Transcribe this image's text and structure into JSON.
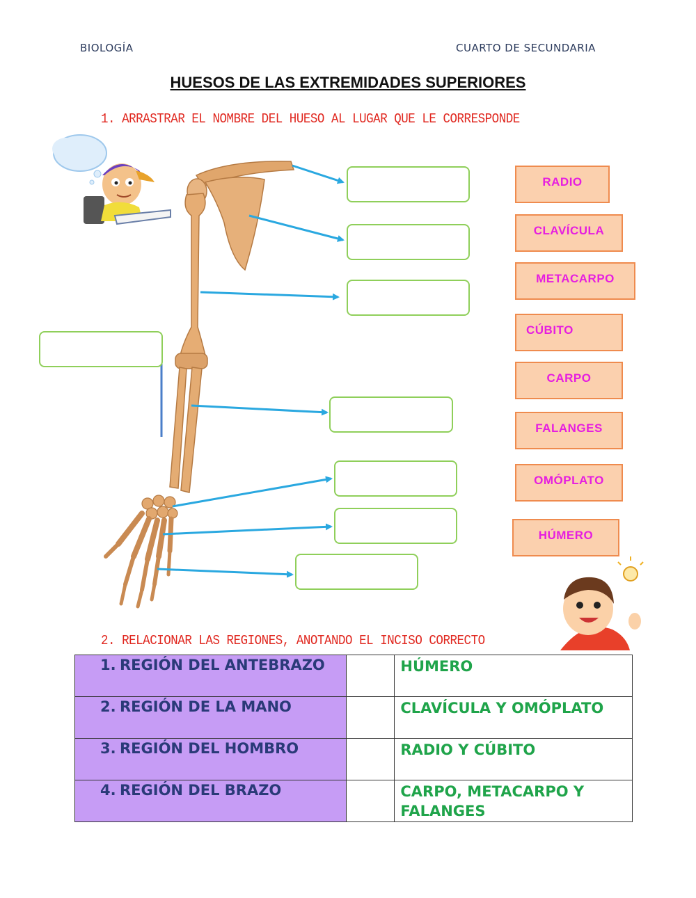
{
  "header": {
    "subject": "BIOLOGÍA",
    "grade": "CUARTO DE SECUNDARIA"
  },
  "title": "HUESOS DE LAS EXTREMIDADES SUPERIORES",
  "instructions": {
    "step1": "1. ARRASTRAR EL NOMBRE DEL HUESO AL LUGAR QUE LE CORRESPONDE",
    "step2": "2. RELACIONAR LAS REGIONES, ANOTANDO EL INCISO CORRECTO"
  },
  "word_bank": [
    "RADIO",
    "CLAVÍCULA",
    "METACARPO",
    "CÚBITO",
    "CARPO",
    "FALANGES",
    "OMÓPLATO",
    "HÚMERO"
  ],
  "colors": {
    "instruction": "#e0271f",
    "chip_text": "#e61ee0",
    "chip_fill": "#fbd0ae",
    "drop_border": "#8fcf5a",
    "region_fill": "#c69cf5",
    "bone_text": "#1fa44a",
    "arrow": "#2aa8e0"
  },
  "matching": {
    "rows": [
      {
        "num": "1.",
        "region": "REGIÓN DEL ANTEBRAZO",
        "answer": "",
        "bones": "HÚMERO"
      },
      {
        "num": "2.",
        "region": "REGIÓN DE LA MANO",
        "answer": "",
        "bones": "CLAVÍCULA Y OMÓPLATO"
      },
      {
        "num": "3.",
        "region": "REGIÓN DEL HOMBRO",
        "answer": "",
        "bones": "RADIO Y CÚBITO"
      },
      {
        "num": "4.",
        "region": "REGIÓN DEL BRAZO",
        "answer": "",
        "bones": "CARPO, METACARPO Y FALANGES"
      }
    ]
  }
}
